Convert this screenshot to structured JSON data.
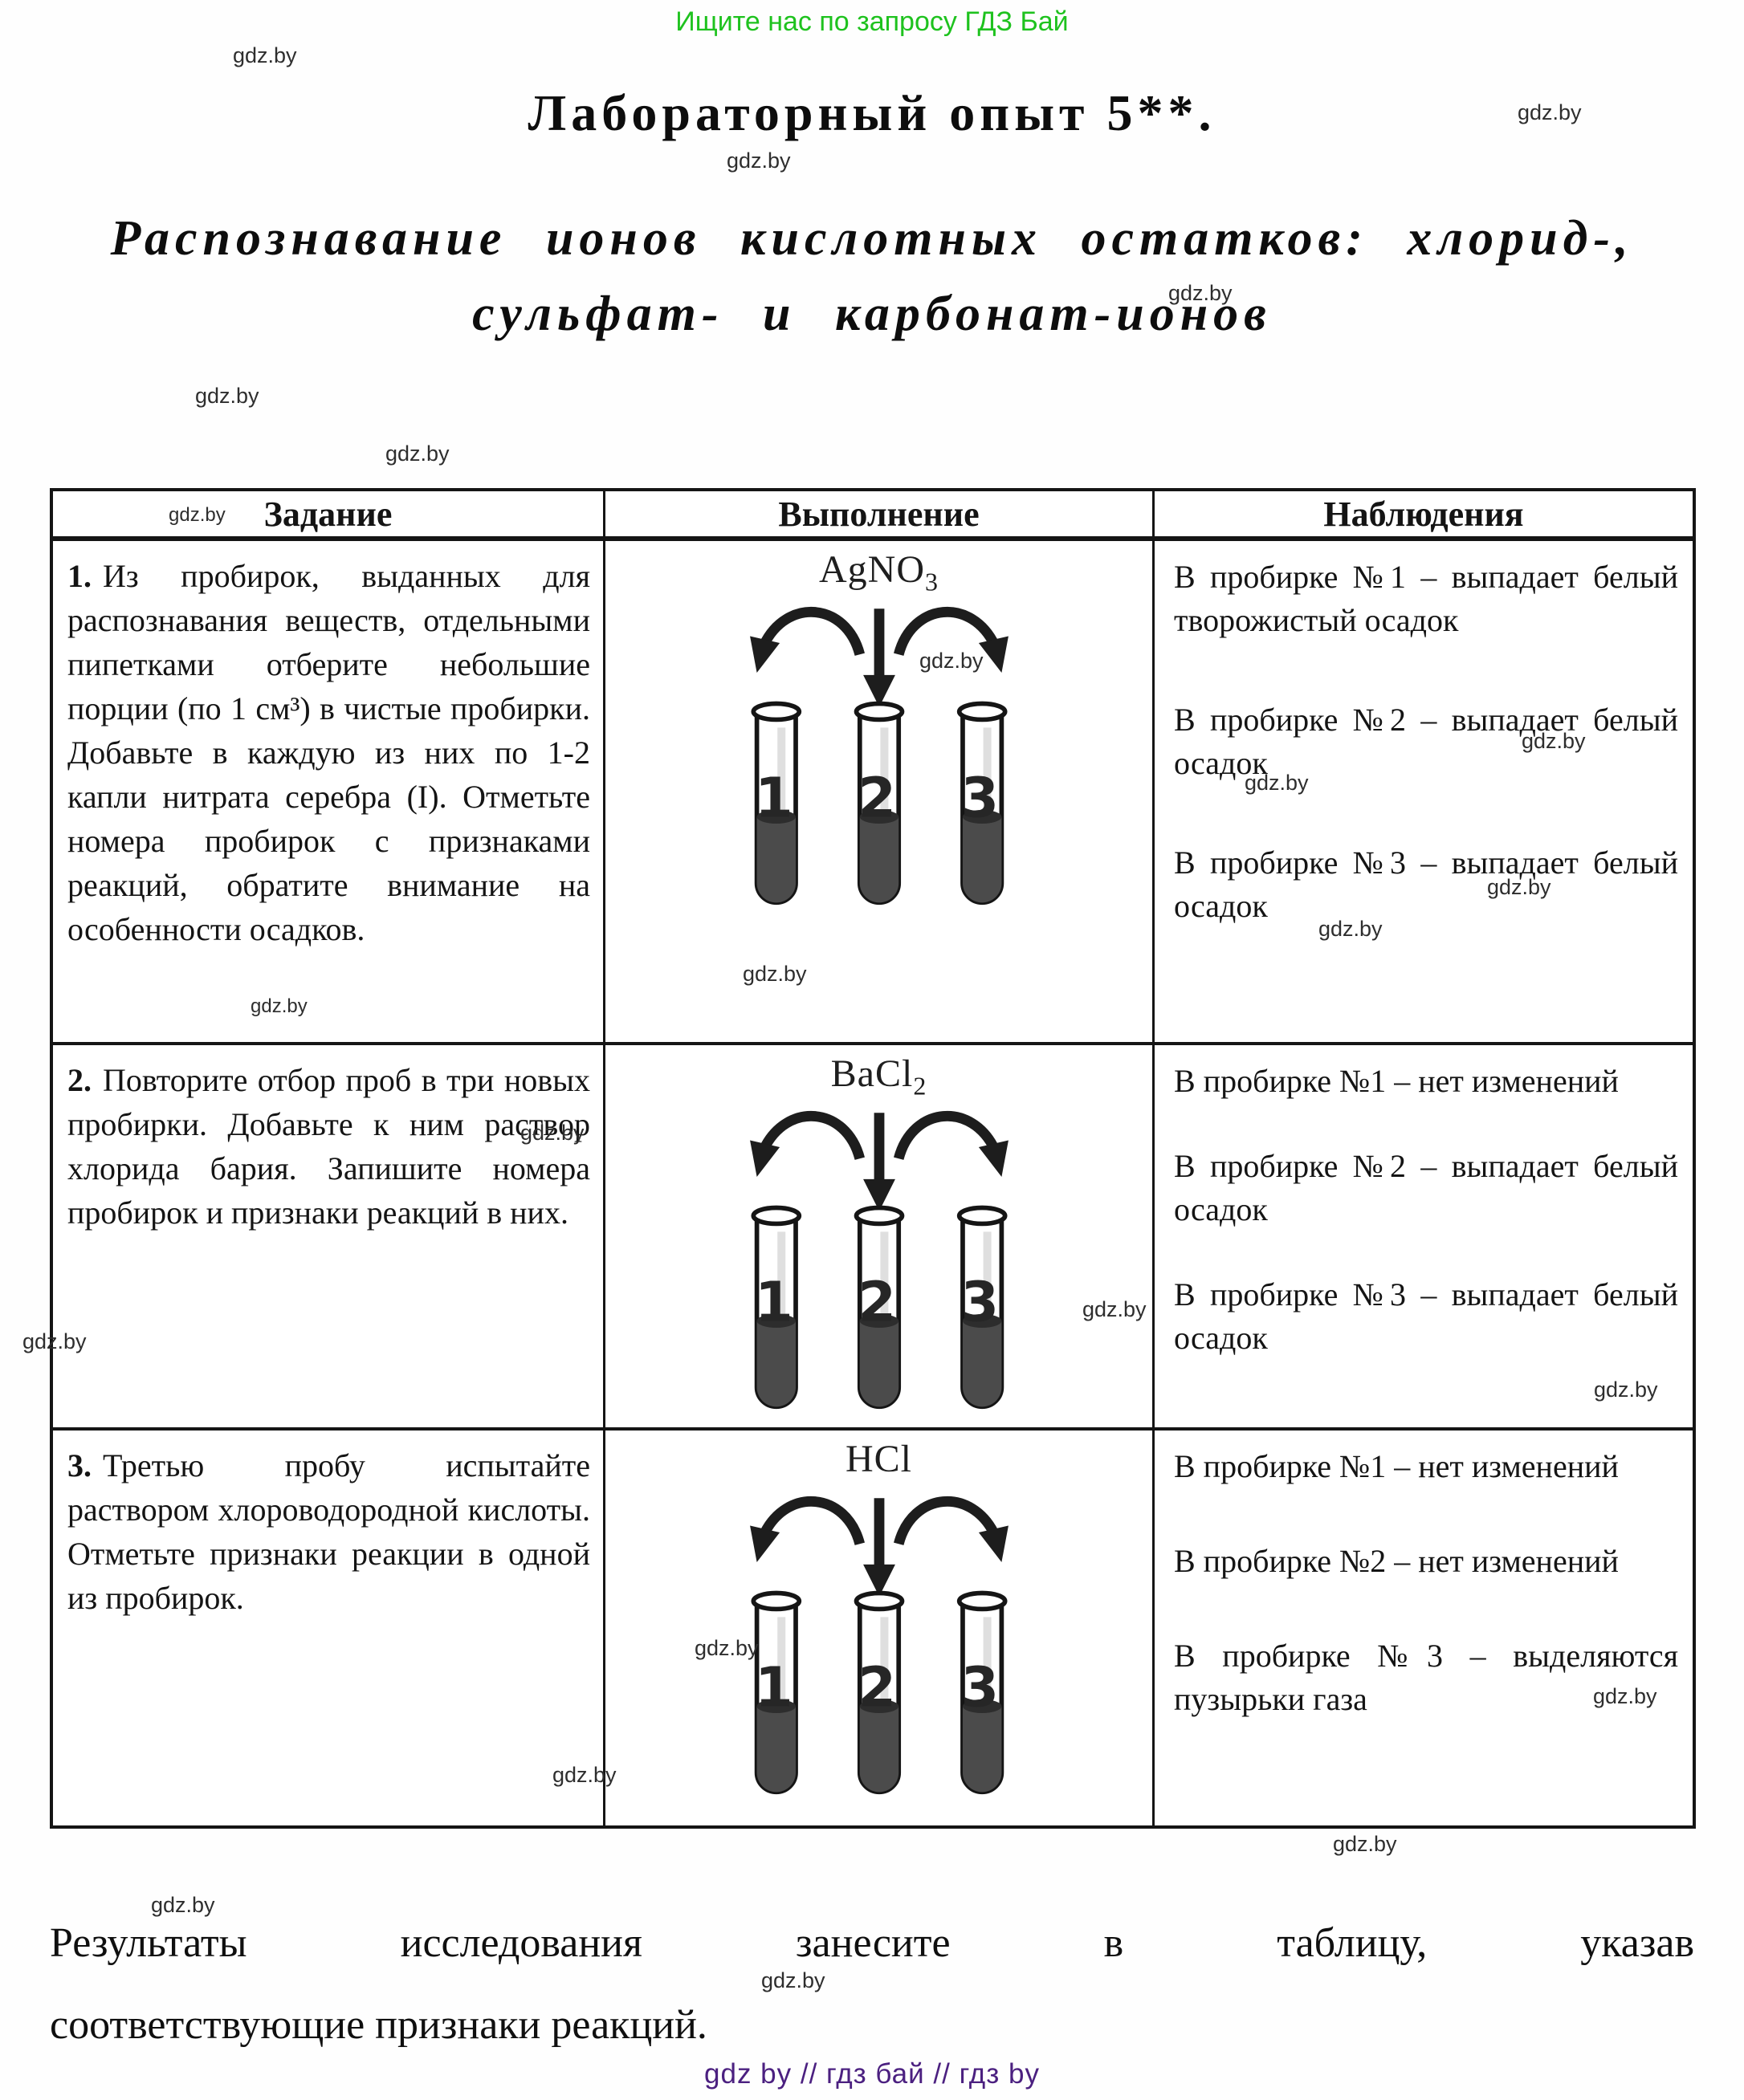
{
  "page": {
    "banner": "Ищите нас по запросу ГДЗ Бай",
    "watermark": "gdz.by",
    "title": "Лабораторный опыт 5**.",
    "subtitle_line1": "Распознавание ионов кислотных остатков: хлорид-,",
    "subtitle_line2": "сульфат- и карбонат-ионов",
    "closing_line1": "Результаты исследования занесите в таблицу, указав",
    "closing_line2": "соответствующие признаки реакций.",
    "footer": "gdz by // гдз бай // гдз by"
  },
  "table": {
    "headers": [
      "Задание",
      "Выполнение",
      "Наблюдения"
    ],
    "rows": [
      {
        "task_num": "1.",
        "task_text": "Из пробирок, выданных для распознавания веществ, отдельными пипетками отберите небольшие порции (по 1 см³) в чистые пробирки. Добавьте в каждую из них по 1-2 капли нитрата серебра (I). Отметьте номера пробирок с признаками реакций, обратите внимание на особенности осадков.",
        "reagent_base": "AgNO",
        "reagent_sub": "3",
        "tubes": [
          "1",
          "2",
          "3"
        ],
        "obs": [
          "В пробирке №1 – выпадает белый творожистый осадок",
          "В пробирке №2 – выпадает белый осадок",
          "В пробирке №3 – выпадает белый осадок"
        ]
      },
      {
        "task_num": "2.",
        "task_text": "Повторите отбор проб в три новых пробирки. Добавьте к ним раствор хлорида бария. Запишите номера пробирок и признаки реакций в них.",
        "reagent_base": "BaCl",
        "reagent_sub": "2",
        "tubes": [
          "1",
          "2",
          "3"
        ],
        "obs": [
          "В пробирке №1 – нет изменений",
          "В пробирке №2 – выпадает белый осадок",
          "В пробирке №3 – выпадает белый осадок"
        ]
      },
      {
        "task_num": "3.",
        "task_text": "Третью пробу испытайте раствором хлороводородной кислоты. Отметьте признаки реакции в одной из пробирок.",
        "reagent_base": "HCl",
        "reagent_sub": "",
        "tubes": [
          "1",
          "2",
          "3"
        ],
        "obs": [
          "В пробирке №1 – нет изменений",
          "В пробирке №2 – нет изменений",
          "В пробирке №3 – выделяются пузырьки газа"
        ]
      }
    ]
  }
}
